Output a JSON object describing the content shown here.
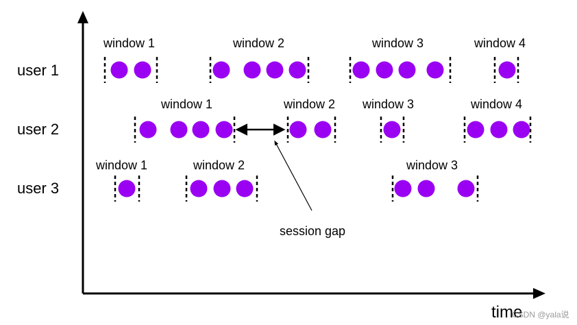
{
  "colors": {
    "dot": "#9a00f2",
    "axis": "#000000",
    "watermark": "#9a9a9a"
  },
  "axis": {
    "x_label": "time"
  },
  "rows": [
    {
      "label": "user 1",
      "windows": [
        {
          "label": "window 1",
          "events": 2
        },
        {
          "label": "window 2",
          "events": 4
        },
        {
          "label": "window 3",
          "events": 4
        },
        {
          "label": "window 4",
          "events": 1
        }
      ]
    },
    {
      "label": "user 2",
      "windows": [
        {
          "label": "window 1",
          "events": 4
        },
        {
          "label": "window 2",
          "events": 2
        },
        {
          "label": "window 3",
          "events": 1
        },
        {
          "label": "window 4",
          "events": 3
        }
      ]
    },
    {
      "label": "user 3",
      "windows": [
        {
          "label": "window 1",
          "events": 1
        },
        {
          "label": "window 2",
          "events": 3
        },
        {
          "label": "window 3",
          "events": 3
        }
      ]
    }
  ],
  "session_gap": {
    "label": "session gap"
  },
  "watermark": "CSDN @yala说"
}
